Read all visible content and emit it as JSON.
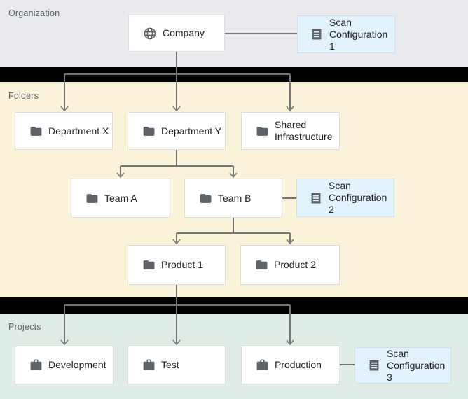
{
  "sections": {
    "organization": {
      "label": "Organization"
    },
    "folders": {
      "label": "Folders"
    },
    "projects": {
      "label": "Projects"
    }
  },
  "nodes": {
    "company": {
      "label": "Company",
      "icon": "globe-icon"
    },
    "scan_config_1": {
      "line1": "Scan",
      "line2": "Configuration 1",
      "icon": "scan-config-icon"
    },
    "department_x": {
      "label": "Department X",
      "icon": "folder-icon"
    },
    "department_y": {
      "label": "Department Y",
      "icon": "folder-icon"
    },
    "shared_infrastructure": {
      "line1": "Shared",
      "line2": "Infrastructure",
      "icon": "folder-icon"
    },
    "team_a": {
      "label": "Team A",
      "icon": "folder-icon"
    },
    "team_b": {
      "label": "Team B",
      "icon": "folder-icon"
    },
    "scan_config_2": {
      "line1": "Scan",
      "line2": "Configuration 2",
      "icon": "scan-config-icon"
    },
    "product_1": {
      "label": "Product 1",
      "icon": "folder-icon"
    },
    "product_2": {
      "label": "Product 2",
      "icon": "folder-icon"
    },
    "development": {
      "label": "Development",
      "icon": "briefcase-icon"
    },
    "test": {
      "label": "Test",
      "icon": "briefcase-icon"
    },
    "production": {
      "label": "Production",
      "icon": "briefcase-icon"
    },
    "scan_config_3": {
      "line1": "Scan",
      "line2": "Configuration 3",
      "icon": "scan-config-icon"
    }
  },
  "hierarchy": {
    "edges": [
      "Company -> Department X",
      "Company -> Department Y",
      "Company -> Shared Infrastructure",
      "Department Y -> Team A",
      "Department Y -> Team B",
      "Team B -> Product 1",
      "Team B -> Product 2",
      "Product 1 -> Development",
      "Product 1 -> Test",
      "Product 1 -> Production",
      "Company - Scan Configuration 1",
      "Team B - Scan Configuration 2",
      "Production - Scan Configuration 3"
    ]
  },
  "colors": {
    "organization_bg": "#e8eaed",
    "folders_bg": "#faf3da",
    "projects_bg": "#e0ede6",
    "divider_band": "#000000",
    "node_bg": "#ffffff",
    "node_border": "#dadce0",
    "scan_config_bg": "#e1f2fd",
    "scan_config_border": "#cfdfea",
    "icon": "#5f6368",
    "text": "#202124",
    "section_label": "#5f6368",
    "connector_line": "#757575"
  }
}
